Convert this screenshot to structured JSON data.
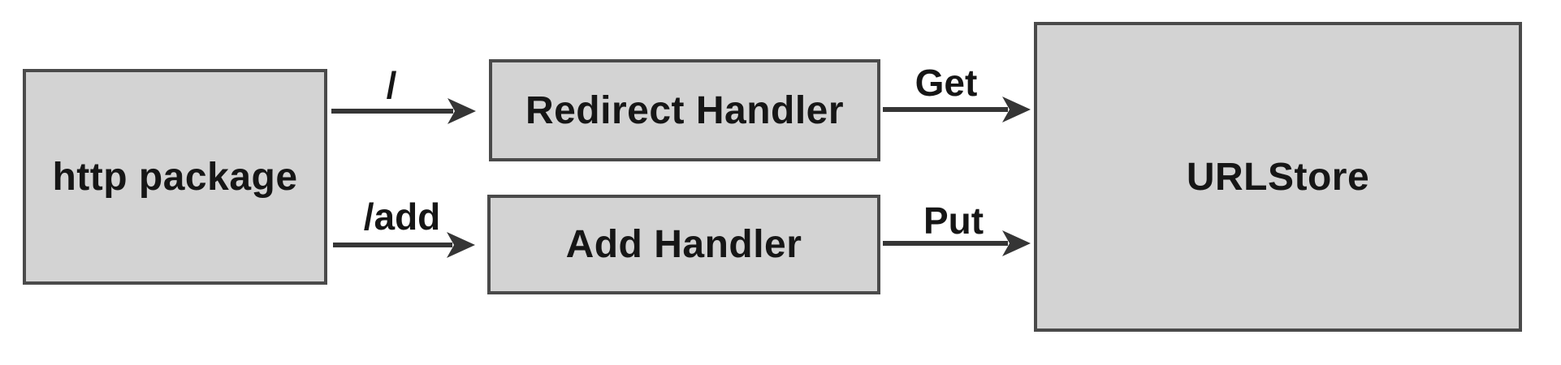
{
  "diagram": {
    "background_color": "#ffffff",
    "box_fill_color": "#d3d3d3",
    "box_border_color": "#4a4a4a",
    "arrow_color": "#353535",
    "text_color": "#161616",
    "nodes": {
      "http_package": {
        "label": "http package"
      },
      "redirect_handler": {
        "label": "Redirect Handler"
      },
      "add_handler": {
        "label": "Add Handler"
      },
      "urlstore": {
        "label": "URLStore"
      }
    },
    "edges": [
      {
        "from": "http_package",
        "to": "redirect_handler",
        "label": "/"
      },
      {
        "from": "http_package",
        "to": "add_handler",
        "label": "/add"
      },
      {
        "from": "redirect_handler",
        "to": "urlstore",
        "label": "Get"
      },
      {
        "from": "add_handler",
        "to": "urlstore",
        "label": "Put"
      }
    ]
  }
}
